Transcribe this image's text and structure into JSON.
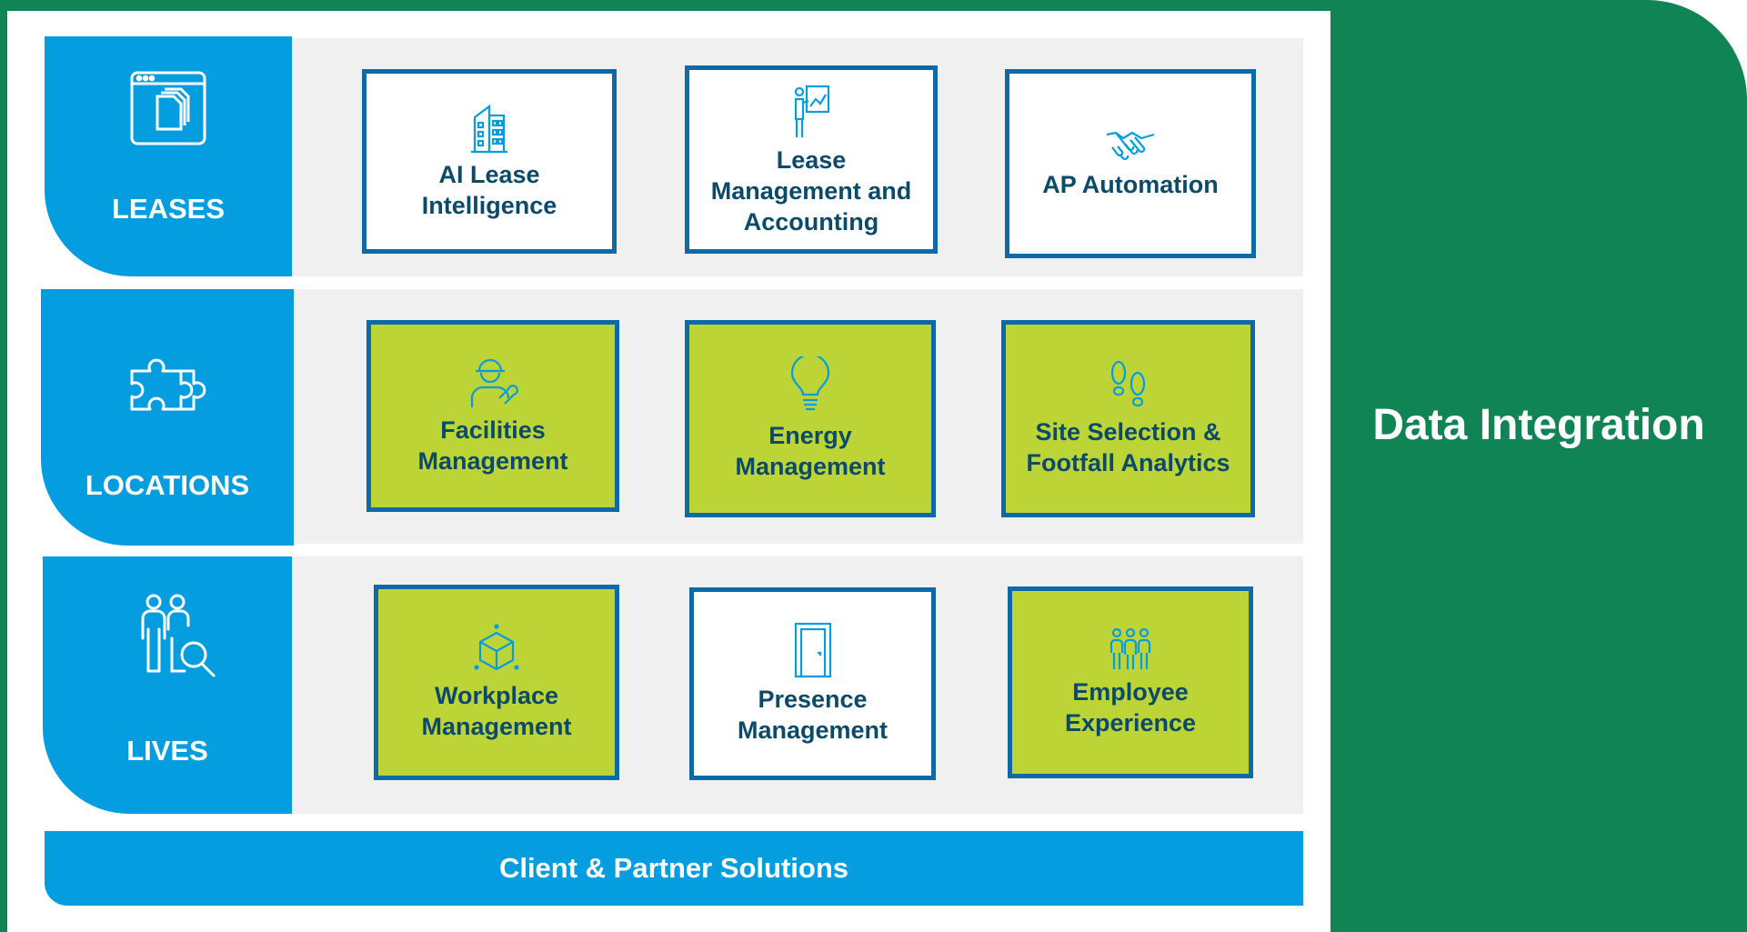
{
  "side_panel": {
    "title": "Data Integration"
  },
  "rows": [
    {
      "label": "LEASES",
      "icon": "documents-window-icon",
      "cards": [
        {
          "label": "AI Lease\nIntelligence",
          "icon": "building-icon",
          "style": "white"
        },
        {
          "label": "Lease\nManagement and\nAccounting",
          "icon": "presentation-chart-icon",
          "style": "white"
        },
        {
          "label": "AP Automation",
          "icon": "handshake-icon",
          "style": "white"
        }
      ]
    },
    {
      "label": "LOCATIONS",
      "icon": "puzzle-piece-icon",
      "cards": [
        {
          "label": "Facilities\nManagement",
          "icon": "worker-wrench-icon",
          "style": "green"
        },
        {
          "label": "Energy\nManagement",
          "icon": "lightbulb-icon",
          "style": "green"
        },
        {
          "label": "Site Selection &\nFootfall Analytics",
          "icon": "footprints-icon",
          "style": "green"
        }
      ]
    },
    {
      "label": "LIVES",
      "icon": "people-search-icon",
      "cards": [
        {
          "label": "Workplace\nManagement",
          "icon": "cube-icon",
          "style": "green"
        },
        {
          "label": "Presence\nManagement",
          "icon": "door-icon",
          "style": "white"
        },
        {
          "label": "Employee\nExperience",
          "icon": "group-people-icon",
          "style": "green"
        }
      ]
    }
  ],
  "footer_bar": {
    "label": "Client & Partner Solutions"
  },
  "colors": {
    "frame_green": "#118456",
    "tab_blue": "#049ee0",
    "card_border": "#0e6aa6",
    "card_green": "#bdd437",
    "text_dark": "#0c4a6a"
  }
}
